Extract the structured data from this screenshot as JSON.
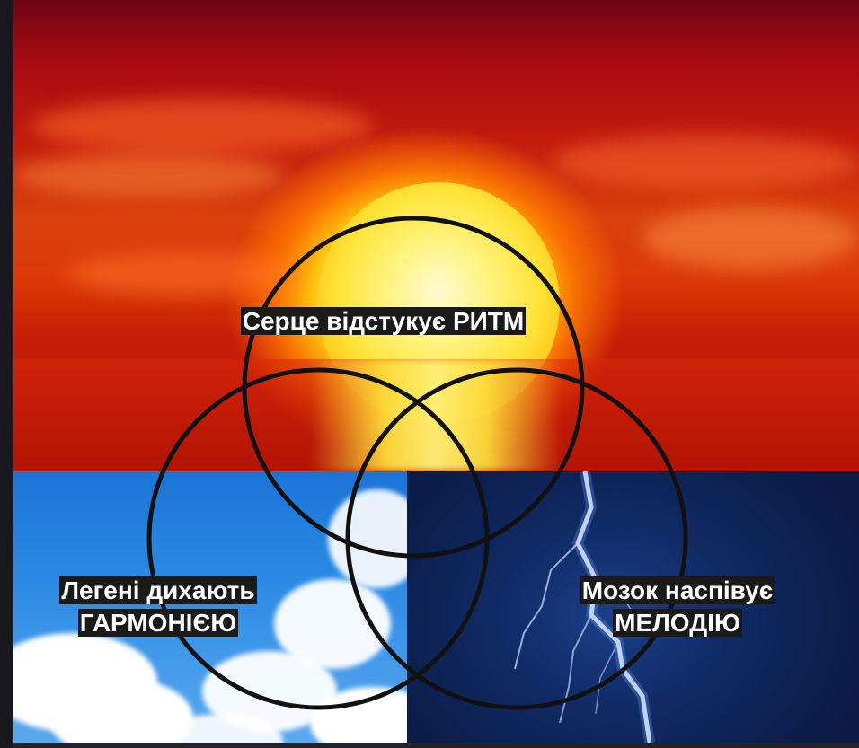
{
  "labels": {
    "heart": "Серце відстукує РИТМ",
    "lungs_line1": "Легені дихають",
    "lungs_line2": "ГАРМОНІЄЮ",
    "brain_line1": "Мозок наспівує",
    "brain_line2": "МЕЛОДІЮ"
  },
  "panels": {
    "top": "sunset-over-sea",
    "bottom_left": "blue-sky-with-clouds",
    "bottom_right": "night-sky-with-lightning"
  },
  "colors": {
    "circle_stroke": "#111111",
    "label_background": "#1a1a1a",
    "label_text": "#ffffff"
  }
}
